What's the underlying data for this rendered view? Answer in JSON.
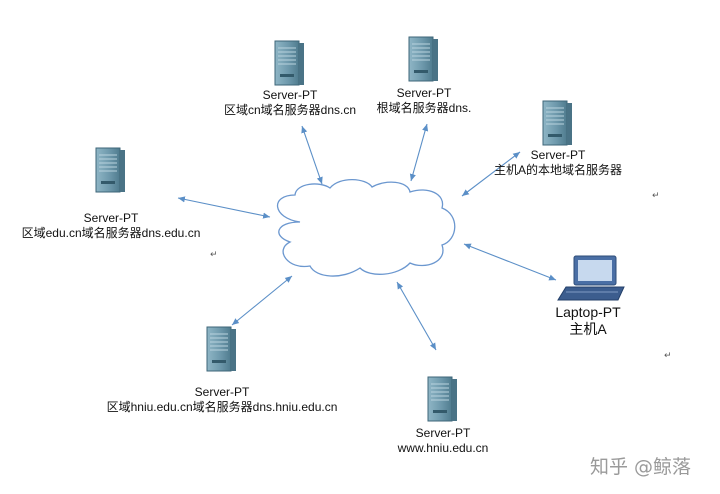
{
  "nodes": [
    {
      "id": "cn",
      "type": "Server-PT",
      "name": "区域cn域名服务器dns.cn"
    },
    {
      "id": "root",
      "type": "Server-PT",
      "name": "根域名服务器dns."
    },
    {
      "id": "local",
      "type": "Server-PT",
      "name": "主机A的本地域名服务器"
    },
    {
      "id": "edu",
      "type": "Server-PT",
      "name": "区域edu.cn域名服务器dns.edu.cn"
    },
    {
      "id": "laptop",
      "type": "Laptop-PT",
      "name": "主机A"
    },
    {
      "id": "hniu",
      "type": "Server-PT",
      "name": "区域hniu.edu.cn域名服务器dns.hniu.edu.cn"
    },
    {
      "id": "www",
      "type": "Server-PT",
      "name": "www.hniu.edu.cn"
    }
  ],
  "hub_icon": "cloud-icon",
  "watermark": "知乎 @鲸落",
  "paragraph_mark": "↵",
  "colors": {
    "arrow": "#5b8fc7",
    "cloud_stroke": "#6b97cf",
    "server_body": "#6e99ac",
    "laptop_body": "#4a6fa5"
  }
}
